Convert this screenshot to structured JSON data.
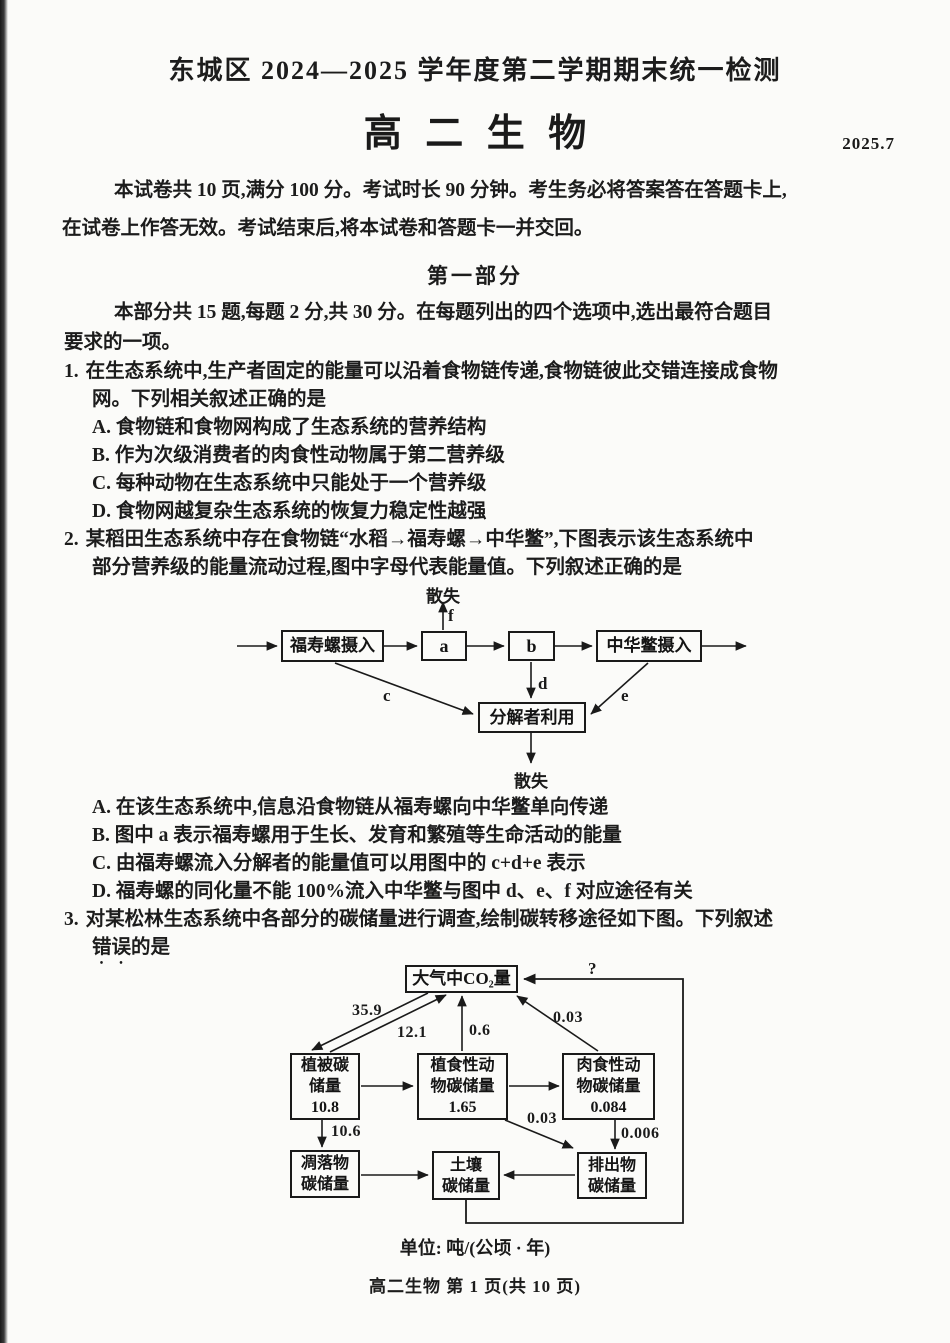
{
  "page": {
    "header_title": "东城区 2024—2025 学年度第二学期期末统一检测",
    "subject_title": "高 二 生 物",
    "exam_date": "2025.7",
    "intro_line1": "本试卷共 10 页,满分 100 分。考试时长 90 分钟。考生务必将答案答在答题卡上,",
    "intro_line2": "在试卷上作答无效。考试结束后,将本试卷和答题卡一并交回。",
    "part_title": "第一部分",
    "part_note_line1": "本部分共 15 题,每题 2 分,共 30 分。在每题列出的四个选项中,选出最符合题目",
    "part_note_line2": "要求的一项。",
    "footer": "高二生物   第 1 页(共 10 页)"
  },
  "q1": {
    "num": "1.",
    "stem_line1": "在生态系统中,生产者固定的能量可以沿着食物链传递,食物链彼此交错连接成食物",
    "stem_line2": "网。下列相关叙述正确的是",
    "options": [
      "A. 食物链和食物网构成了生态系统的营养结构",
      "B. 作为次级消费者的肉食性动物属于第二营养级",
      "C. 每种动物在生态系统中只能处于一个营养级",
      "D. 食物网越复杂生态系统的恢复力稳定性越强"
    ]
  },
  "q2": {
    "num": "2.",
    "stem_line1": "某稻田生态系统中存在食物链“水稻→福寿螺→中华鳖”,下图表示该生态系统中",
    "stem_line2": "部分营养级的能量流动过程,图中字母代表能量值。下列叙述正确的是",
    "options": [
      "A. 在该生态系统中,信息沿食物链从福寿螺向中华鳖单向传递",
      "B. 图中 a 表示福寿螺用于生长、发育和繁殖等生命活动的能量",
      "C. 由福寿螺流入分解者的能量值可以用图中的 c+d+e 表示",
      "D. 福寿螺的同化量不能 100%流入中华鳖与图中 d、e、f 对应途径有关"
    ],
    "diagram": {
      "loss_top": "散失",
      "loss_bottom": "散失",
      "box_snail": "福寿螺摄入",
      "box_a": "a",
      "box_b": "b",
      "box_turtle": "中华鳖摄入",
      "box_decomposer": "分解者利用",
      "label_c": "c",
      "label_d": "d",
      "label_e": "e",
      "label_f": "f"
    }
  },
  "q3": {
    "num": "3.",
    "stem_line1": "对某松林生态系统中各部分的碳储量进行调查,绘制碳转移途径如下图。下列叙述",
    "stem_emphasis": "错误",
    "stem_rest": "的是",
    "diagram": {
      "box_co2": "大气中CO₂量",
      "label_unknown": "?",
      "flux_atm_to_veg": "35.9",
      "flux_veg_to_atm": "12.1",
      "flux_herb_to_atm": "0.6",
      "flux_carn_to_atm": "0.03",
      "box_veg_line1": "植被碳",
      "box_veg_line2": "储量",
      "box_veg_value": "10.8",
      "box_herb_line1": "植食性动",
      "box_herb_line2": "物碳储量",
      "box_herb_value": "1.65",
      "box_carn_line1": "肉食性动",
      "box_carn_line2": "物碳储量",
      "box_carn_value": "0.084",
      "flux_veg_to_litter": "10.6",
      "flux_herb_to_excrete": "0.03",
      "flux_carn_to_excrete": "0.006",
      "box_litter_line1": "凋落物",
      "box_litter_line2": "碳储量",
      "box_soil_line1": "土壤",
      "box_soil_line2": "碳储量",
      "box_excrete_line1": "排出物",
      "box_excrete_line2": "碳储量",
      "unit_label": "单位: 吨/(公顷 · 年)"
    }
  }
}
